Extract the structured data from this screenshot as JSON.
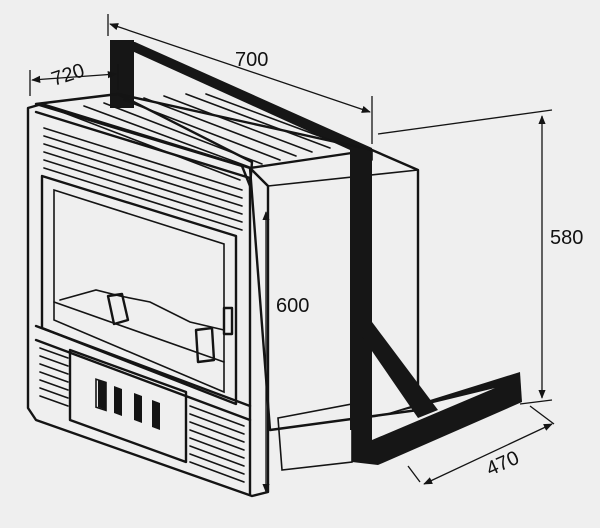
{
  "diagram": {
    "dimensions": {
      "depth_top": "720",
      "width_top": "700",
      "height_right": "580",
      "height_front": "600",
      "depth_base": "470"
    }
  }
}
